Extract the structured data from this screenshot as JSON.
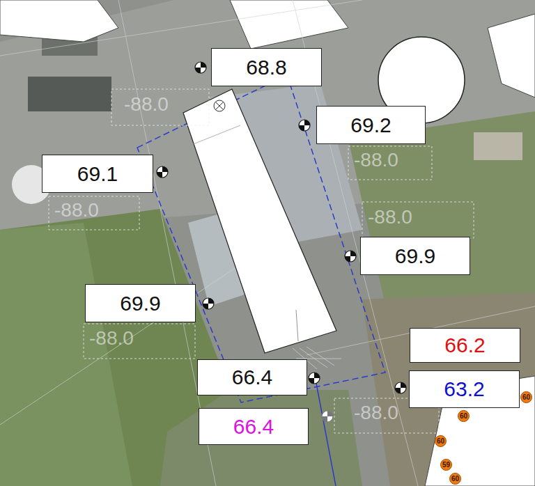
{
  "diagram": {
    "nodes": [
      {
        "text": [
          "68.8"
        ]
      },
      {
        "text": [
          "69.2"
        ]
      },
      {
        "text": [
          "69.1"
        ]
      },
      {
        "text": [
          "69.9"
        ]
      },
      {
        "text": [
          "69.9"
        ]
      },
      {
        "text": [
          "66.2"
        ]
      },
      {
        "text": [
          "66.4"
        ]
      },
      {
        "text": [
          "63.2"
        ]
      },
      {
        "text": [
          "60"
        ]
      },
      {
        "text": [
          "66.4"
        ]
      },
      {
        "text": [
          "60"
        ]
      },
      {
        "text": [
          "60"
        ]
      },
      {
        "text": [
          "59"
        ]
      },
      {
        "text": [
          "60"
        ]
      }
    ],
    "labels": [
      "-88.0",
      "-88.0",
      "-88.0",
      "-88.0",
      "-88.0",
      "-88.0"
    ]
  }
}
